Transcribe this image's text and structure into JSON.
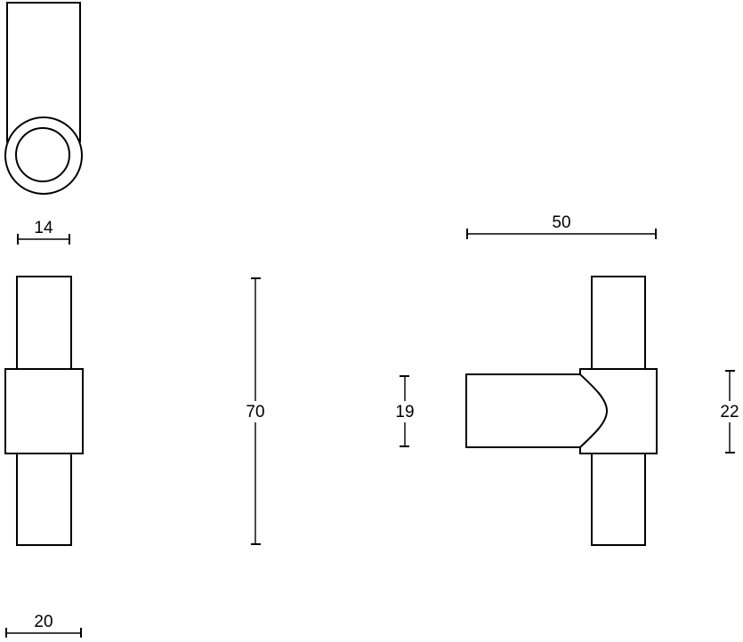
{
  "colors": {
    "line": "#000000",
    "background": "#ffffff"
  },
  "dimensions": {
    "width_14": "14",
    "width_20": "20",
    "height_70": "70",
    "height_19": "19",
    "length_50": "50",
    "height_22": "22"
  }
}
